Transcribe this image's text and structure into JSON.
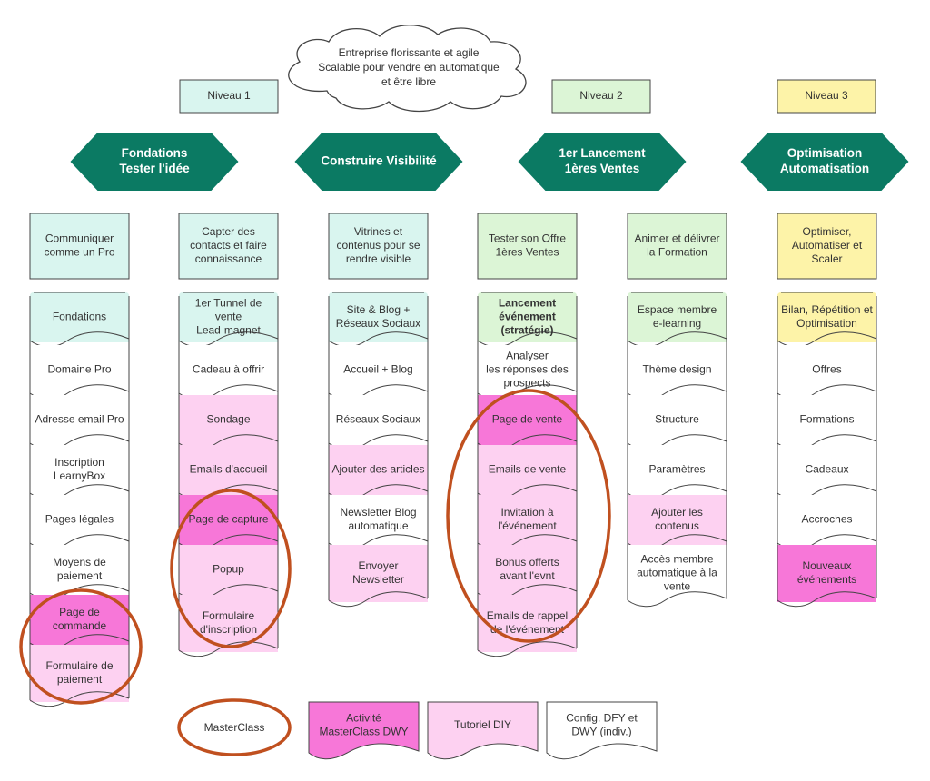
{
  "cloud": {
    "lines": [
      "Entreprise florissante et agile",
      "Scalable pour vendre en automatique",
      "et être libre"
    ]
  },
  "levels": [
    {
      "label": "Niveau 1",
      "color": "#d9f5ef"
    },
    {
      "label": "Niveau 2",
      "color": "#dcf5d6"
    },
    {
      "label": "Niveau 3",
      "color": "#fdf3a8"
    }
  ],
  "phases": [
    {
      "lines": [
        "Fondations",
        "Tester l'idée"
      ]
    },
    {
      "lines": [
        "Construire Visibilité"
      ]
    },
    {
      "lines": [
        "1er Lancement",
        "1ères Ventes"
      ]
    },
    {
      "lines": [
        "Optimisation",
        "Automatisation"
      ]
    }
  ],
  "phase_color": "#0b7a63",
  "columns": [
    {
      "header": [
        "Communiquer",
        "comme un Pro"
      ],
      "header_color": "#d9f5ef",
      "items": [
        {
          "lines": [
            "Fondations"
          ],
          "color": "#d9f5ef"
        },
        {
          "lines": [
            "Domaine Pro"
          ],
          "color": "#ffffff"
        },
        {
          "lines": [
            "Adresse email Pro"
          ],
          "color": "#ffffff"
        },
        {
          "lines": [
            "Inscription",
            "LearnyBox"
          ],
          "color": "#ffffff"
        },
        {
          "lines": [
            "Pages légales"
          ],
          "color": "#ffffff"
        },
        {
          "lines": [
            "Moyens de",
            "paiement"
          ],
          "color": "#ffffff"
        },
        {
          "lines": [
            "Page de",
            "commande"
          ],
          "color": "#f777d8"
        },
        {
          "lines": [
            "Formulaire de",
            "paiement"
          ],
          "color": "#fdd1f1"
        }
      ]
    },
    {
      "header": [
        "Capter des",
        "contacts et faire",
        "connaissance"
      ],
      "header_color": "#d9f5ef",
      "items": [
        {
          "lines": [
            "1er Tunnel de",
            "vente",
            "Lead-magnet"
          ],
          "color": "#d9f5ef"
        },
        {
          "lines": [
            "Cadeau à offrir"
          ],
          "color": "#ffffff"
        },
        {
          "lines": [
            "Sondage"
          ],
          "color": "#fdd1f1"
        },
        {
          "lines": [
            "Emails d'accueil"
          ],
          "color": "#fdd1f1"
        },
        {
          "lines": [
            "Page de capture"
          ],
          "color": "#f777d8"
        },
        {
          "lines": [
            "Popup"
          ],
          "color": "#fdd1f1"
        },
        {
          "lines": [
            "Formulaire",
            "d'inscription"
          ],
          "color": "#fdd1f1"
        }
      ]
    },
    {
      "header": [
        "Vitrines et",
        "contenus pour se",
        "rendre visible"
      ],
      "header_color": "#d9f5ef",
      "items": [
        {
          "lines": [
            "Site & Blog +",
            "Réseaux Sociaux"
          ],
          "color": "#d9f5ef"
        },
        {
          "lines": [
            "Accueil + Blog"
          ],
          "color": "#ffffff"
        },
        {
          "lines": [
            "Réseaux Sociaux"
          ],
          "color": "#ffffff"
        },
        {
          "lines": [
            "Ajouter des articles"
          ],
          "color": "#fdd1f1"
        },
        {
          "lines": [
            "Newsletter Blog",
            "automatique"
          ],
          "color": "#ffffff"
        },
        {
          "lines": [
            "Envoyer",
            "Newsletter"
          ],
          "color": "#fdd1f1"
        }
      ]
    },
    {
      "header": [
        "Tester son Offre",
        "1ères Ventes"
      ],
      "header_color": "#dcf5d6",
      "items": [
        {
          "lines": [
            "Lancement",
            "événement",
            "(stratégie)"
          ],
          "color": "#dcf5d6",
          "bold": true
        },
        {
          "lines": [
            "Analyser",
            "les réponses des",
            "prospects"
          ],
          "color": "#ffffff"
        },
        {
          "lines": [
            "Page de vente"
          ],
          "color": "#f777d8"
        },
        {
          "lines": [
            "Emails de vente"
          ],
          "color": "#fdd1f1"
        },
        {
          "lines": [
            "Invitation à",
            "l'événement"
          ],
          "color": "#fdd1f1"
        },
        {
          "lines": [
            "Bonus offerts",
            "avant l'evnt"
          ],
          "color": "#fdd1f1"
        },
        {
          "lines": [
            "Emails de rappel",
            "de l'événement"
          ],
          "color": "#fdd1f1"
        }
      ]
    },
    {
      "header": [
        "Animer et délivrer",
        "la Formation"
      ],
      "header_color": "#dcf5d6",
      "items": [
        {
          "lines": [
            "Espace membre",
            "e-learning"
          ],
          "color": "#dcf5d6"
        },
        {
          "lines": [
            "Thème design"
          ],
          "color": "#ffffff"
        },
        {
          "lines": [
            "Structure"
          ],
          "color": "#ffffff"
        },
        {
          "lines": [
            "Paramètres"
          ],
          "color": "#ffffff"
        },
        {
          "lines": [
            "Ajouter les",
            "contenus"
          ],
          "color": "#fdd1f1"
        },
        {
          "lines": [
            "Accès membre",
            "automatique à la",
            "vente"
          ],
          "color": "#ffffff"
        }
      ]
    },
    {
      "header": [
        "Optimiser,",
        "Automatiser et",
        "Scaler"
      ],
      "header_color": "#fdf3a8",
      "items": [
        {
          "lines": [
            "Bilan, Répétition et",
            "Optimisation"
          ],
          "color": "#fdf3a8"
        },
        {
          "lines": [
            "Offres"
          ],
          "color": "#ffffff"
        },
        {
          "lines": [
            "Formations"
          ],
          "color": "#ffffff"
        },
        {
          "lines": [
            "Cadeaux"
          ],
          "color": "#ffffff"
        },
        {
          "lines": [
            "Accroches"
          ],
          "color": "#ffffff"
        },
        {
          "lines": [
            "Nouveaux",
            "événements"
          ],
          "color": "#f777d8"
        }
      ]
    }
  ],
  "legend": [
    {
      "lines": [
        "MasterClass"
      ],
      "kind": "ellipse"
    },
    {
      "lines": [
        "Activité",
        "MasterClass DWY"
      ],
      "kind": "doc",
      "color": "#f777d8"
    },
    {
      "lines": [
        "Tutoriel DIY"
      ],
      "kind": "doc",
      "color": "#fdd1f1"
    },
    {
      "lines": [
        "Config. DFY et",
        "DWY (indiv.)"
      ],
      "kind": "doc",
      "color": "#ffffff"
    }
  ],
  "colors": {
    "ellipse": "#c0501f",
    "border": "#444444"
  }
}
